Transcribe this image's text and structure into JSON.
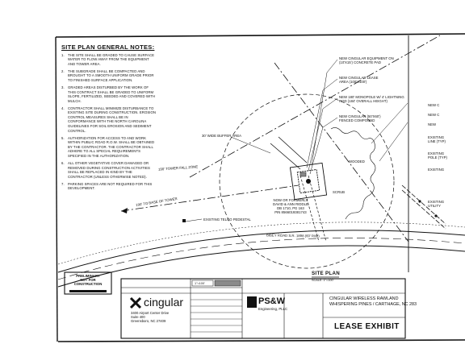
{
  "notes_title": "SITE PLAN GENERAL NOTES:",
  "notes": [
    {
      "num": "1.",
      "text": "THE SITE SHALL BE GRADED TO CAUSE SURFACE WATER TO FLOW AWAY FROM THE EQUIPMENT AND TOWER AREA."
    },
    {
      "num": "2.",
      "text": "THE SUBGRADE SHALL BE COMPACTED AND BROUGHT TO A SMOOTH UNIFORM GRADE PRIOR TO FINISHED SURFACE APPLICATION."
    },
    {
      "num": "3.",
      "text": "GRADED AREAS DISTURBED BY THE WORK OF THIS CONTRACT SHALL BE GRADED TO UNIFORM SLOPE, FERTILIZED, SEEDED AND COVERED WITH MULCH."
    },
    {
      "num": "4.",
      "text": "CONTRACTOR SHALL MINIMIZE DISTURBANCE TO EXISTING SITE DURING CONSTRUCTION. EROSION CONTROL MEASURES SHALL BE IN CONFORMANCE WITH THE NORTH CAROLINA GUIDELINES FOR SOIL EROSION AND SEDIMENT CONTROL."
    },
    {
      "num": "5.",
      "text": "AUTHORIZATION FOR ACCESS TO AND WORK WITHIN PUBLIC ROAD R.O.W. SHALL BE OBTAINED BY THE CONTRACTOR. THE CONTRACTOR SHALL ADHERE TO ALL SPECIAL REQUIREMENTS SPECIFIED IN THE AUTHORIZATION."
    },
    {
      "num": "6.",
      "text": "ALL OTHER VEGETATIVE COVER DAMAGED OR REMOVED DURING CONSTRUCTION ACTIVITIES SHALL BE REPLACED IN KIND BY THE CONTRACTOR (UNLESS OTHERWISE NOTED)."
    },
    {
      "num": "7.",
      "text": "PARKING SPACES ARE NOT REQUIRED FOR THIS DEVELOPMENT."
    }
  ],
  "callouts": {
    "equipment_on_pad": "NEW CINGULAR EQUIPMENT ON",
    "equipment_on_pad_2": "(10'x15') CONCRETE PAD",
    "lease_area": "NEW CINGULAR LEASE",
    "lease_area_2": "AREA (100'x100')",
    "monopole": "NEW 180' MONOPOLE W/ 4' LIGHTNING",
    "monopole_2": "ROD (184' OVERALL HEIGHT)",
    "fenced_compound": "NEW CINGULAR (50'x60')",
    "fenced_compound_2": "FENCED COMPOUND",
    "buffer": "30' WIDE BUFFER AREA",
    "fall_zone": "190' TOWER FALL ZONE",
    "base_of_tower": "190' TO BASE OF TOWER",
    "wooded": "WOODED",
    "scrub": "SCRUB",
    "telco_pedestal": "EXISTING TELCO PEDESTAL",
    "owner_1": "NOW OR FORMERLY",
    "owner_2": "DAVID & ANN RIDDLE",
    "owner_3": "DB 1710, PG 163",
    "owner_4": "PIN 8566019381743",
    "road": "BIBEY ROAD S.R. 1898 (60' R/W)",
    "existing_1": "EXISTING",
    "existing_2": "EXISTING",
    "existing_3": "EXISTING",
    "existing_4": "EXISTING",
    "line_cut_1": "LINE (TYP)",
    "pole_cut": "POLE (TYP)",
    "utility_cut": "UTILITY",
    "new_cut": "NEW C",
    "cut_2": "NEW C",
    "cut_3": "NEW"
  },
  "site_plan": {
    "title": "SITE PLAN",
    "scale": "SCALE: 1\"=100'"
  },
  "stamp": {
    "line1": "PRELIMINARY",
    "line2": "NOT FOR",
    "line3": "CONSTRUCTION"
  },
  "title_block": {
    "client": "cingular",
    "client_address_1": "3400 Airport Center Drive",
    "client_address_2": "Suite 400",
    "client_address_3": "Greensboro, NC 27409",
    "engineer": "PS&W",
    "engineer_sub": "Engineering, PLLC",
    "project_1": "CINGULAR WIRELESS RAWLAND",
    "project_2": "WHISPERING PINES / CARTHAGE, NC 283",
    "sheet_title": "LEASE EXHIBIT",
    "scale_box": "1\"=100'"
  },
  "colors": {
    "ink": "#111111",
    "paper": "#ffffff",
    "fill_gray": "#8a8a8a"
  }
}
